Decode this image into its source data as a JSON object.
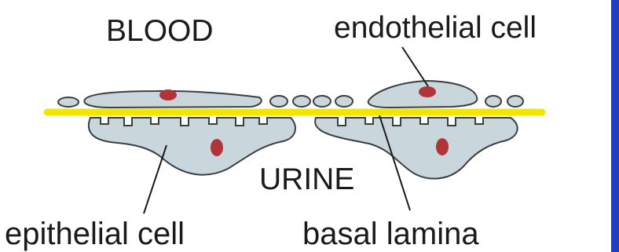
{
  "labels": {
    "blood": "BLOOD",
    "endothelial_cell": "endothelial cell",
    "urine": "URINE",
    "epithelial_cell": "epithelial cell",
    "basal_lamina": "basal lamina"
  },
  "colors": {
    "cell_fill": "#c9d6dc",
    "cell_outline": "#3a3f44",
    "nucleus": "#b0343a",
    "basal_lamina": "#f2e600",
    "edge_bar": "#1f3fbf",
    "text": "#1a1a1a"
  }
}
